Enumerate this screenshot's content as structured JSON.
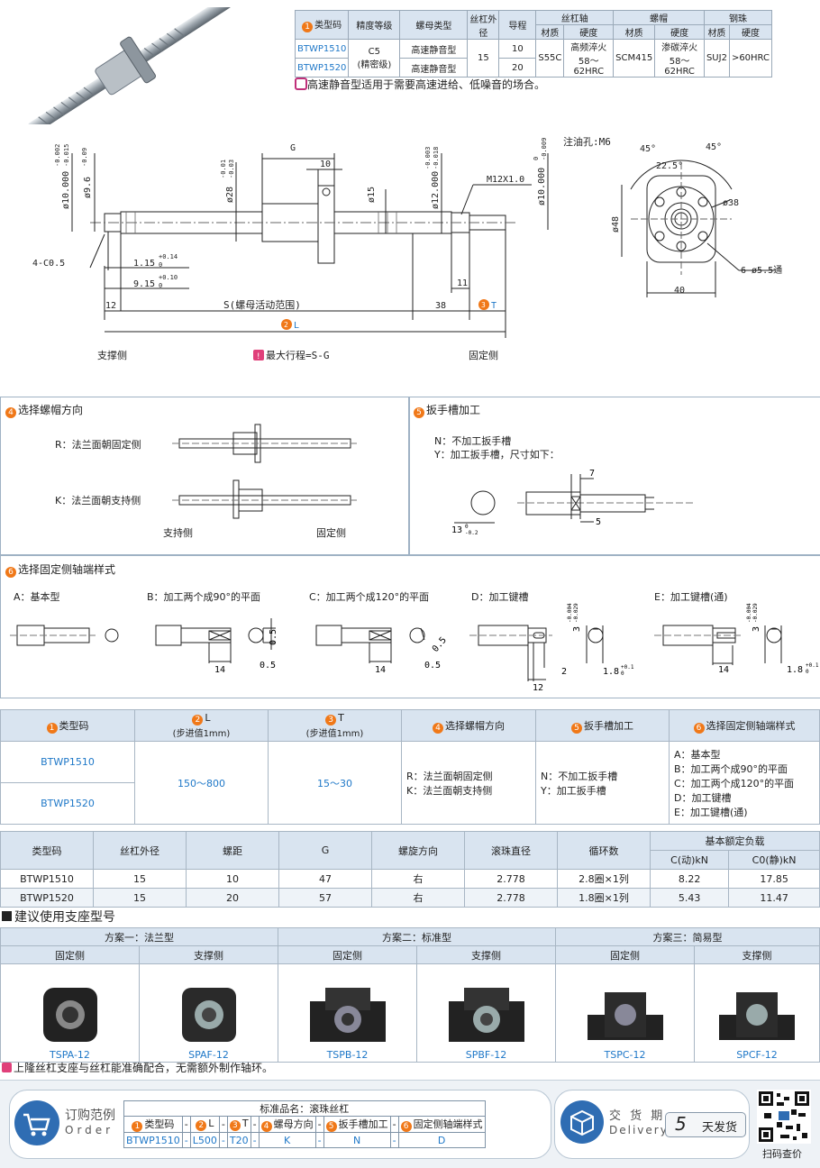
{
  "top_table": {
    "headers": {
      "type_code": "类型码",
      "precision": "精度等级",
      "nut_type": "螺母类型",
      "screw_od": "丝杠外径",
      "lead": "导程",
      "screw_shaft": "丝杠轴",
      "nut": "螺帽",
      "ball": "钢珠",
      "material": "材质",
      "hardness": "硬度"
    },
    "rows": [
      {
        "code": "BTWP1510",
        "nut_type": "高速静音型",
        "lead": "10"
      },
      {
        "code": "BTWP1520",
        "nut_type": "高速静音型",
        "lead": "20"
      }
    ],
    "precision_value": "C5",
    "precision_note": "(精密级)",
    "od": "15",
    "shaft_material": "S55C",
    "shaft_hardness_1": "高频淬火",
    "shaft_hardness_2": "58～62HRC",
    "nut_material": "SCM415",
    "nut_hardness_1": "渗碳淬火",
    "nut_hardness_2": "58～62HRC",
    "ball_material": "SUJ2",
    "ball_hardness": ">60HRC",
    "note": "高速静音型适用于需要高速进给、低噪音的场合。"
  },
  "drawing": {
    "g": "G",
    "ten": "10",
    "phi15": "ø15",
    "m12": "M12X1.0",
    "oil": "注油孔:M6",
    "d10": "ø10.000",
    "d10_tol_u": "-0.002",
    "d10_tol_l": "-0.015",
    "d96": "ø9.6",
    "d96_tol": "-0.09",
    "d28": "ø28",
    "d28_tol_u": "-0.01",
    "d28_tol_l": "-0.03",
    "d12": "ø12.000",
    "d12_tol_u": "-0.003",
    "d12_tol_l": "-0.018",
    "d10b": "ø10.000",
    "d10b_tol_u": "0",
    "d10b_tol_l": "-0.009",
    "c05": "4-C0.5",
    "l115": "1.15",
    "l115_tol": "+0.14",
    "l115_tol0": "0",
    "l915": "9.15",
    "l915_tol": "+0.10",
    "l915_tol0": "0",
    "d12mm": "12",
    "s": "S(螺母活动范围)",
    "d38": "38",
    "d11": "11",
    "t": "T",
    "l": "L",
    "support": "支撑侧",
    "fixed": "固定侧",
    "max_stroke": "最大行程=S-G",
    "a45a": "45°",
    "a45b": "45°",
    "a225": "22.5°",
    "phi38": "ø38",
    "phi48": "ø48",
    "holes": "6-ø5.5通",
    "w40": "40"
  },
  "sec4": {
    "title": "选择螺帽方向",
    "r": "R：法兰面朝固定侧",
    "k": "K：法兰面朝支持侧",
    "support": "支持侧",
    "fixed": "固定侧"
  },
  "sec5": {
    "title": "扳手槽加工",
    "n": "N：不加工扳手槽",
    "y": "Y：加工扳手槽，尺寸如下：",
    "d7": "7",
    "d5": "5",
    "d13": "13",
    "d13tol": "-0.2",
    "d13tol0": "0"
  },
  "sec6": {
    "title": "选择固定侧轴端样式",
    "a": "A：基本型",
    "b": "B：加工两个成90°的平面",
    "c": "C：加工两个成120°的平面",
    "d": "D：加工键槽",
    "e": "E：加工键槽(通)",
    "d14": "14",
    "d05": "0.5",
    "d2": "2",
    "d12": "12",
    "d18": "1.8",
    "d18tol": "+0.1",
    "d18tol0": "0",
    "d3": "3",
    "d3tol": "-0.004",
    "d3tol2": "-0.029"
  },
  "select_table": {
    "headers": [
      "类型码",
      "L",
      "(步进值1mm)",
      "T",
      "(步进值1mm)",
      "选择螺帽方向",
      "扳手槽加工",
      "选择固定侧轴端样式"
    ],
    "codes": [
      "BTWP1510",
      "BTWP1520"
    ],
    "l_range": "150～800",
    "t_range": "15～30",
    "dir": [
      "R：法兰面朝固定侧",
      "K：法兰面朝支持侧"
    ],
    "wrench": [
      "N：不加工扳手槽",
      "Y：加工扳手槽"
    ],
    "end": [
      "A：基本型",
      "B：加工两个成90°的平面",
      "C：加工两个成120°的平面",
      "D：加工键槽",
      "E：加工键槽(通)"
    ]
  },
  "spec_table": {
    "headers": [
      "类型码",
      "丝杠外径",
      "螺距",
      "G",
      "螺旋方向",
      "滚珠直径",
      "循环数",
      "基本额定负载",
      "C(动)kN",
      "C0(静)kN"
    ],
    "rows": [
      [
        "BTWP1510",
        "15",
        "10",
        "47",
        "右",
        "2.778",
        "2.8圈×1列",
        "8.22",
        "17.85"
      ],
      [
        "BTWP1520",
        "15",
        "20",
        "57",
        "右",
        "2.778",
        "1.8圈×1列",
        "5.43",
        "11.47"
      ]
    ]
  },
  "support": {
    "title": "建议使用支座型号",
    "plans": [
      "方案一：法兰型",
      "方案二：标准型",
      "方案三：简易型"
    ],
    "fixed": "固定侧",
    "support": "支撑侧",
    "models": [
      "TSPA-12",
      "SPAF-12",
      "TSPB-12",
      "SPBF-12",
      "TSPC-12",
      "SPCF-12"
    ],
    "note": "上隆丝杠支座与丝杠能准确配合，无需额外制作轴环。"
  },
  "order": {
    "label_cn": "订购范例",
    "label_en": "Order",
    "product": "标准品名：滚珠丝杠",
    "headers": [
      "类型码",
      "L",
      "T",
      "螺母方向",
      "扳手槽加工",
      "固定侧轴端样式"
    ],
    "values": [
      "BTWP1510",
      "L500",
      "T20",
      "K",
      "N",
      "D"
    ],
    "delivery_cn": "交 货 期",
    "delivery_en": "Delivery",
    "days": "5",
    "days_unit": "天发货",
    "scan": "扫码查价"
  },
  "colors": {
    "accent": "#1f78c8",
    "header_bg": "#d9e4f0",
    "orange": "#f07818",
    "pink": "#e0407a"
  }
}
